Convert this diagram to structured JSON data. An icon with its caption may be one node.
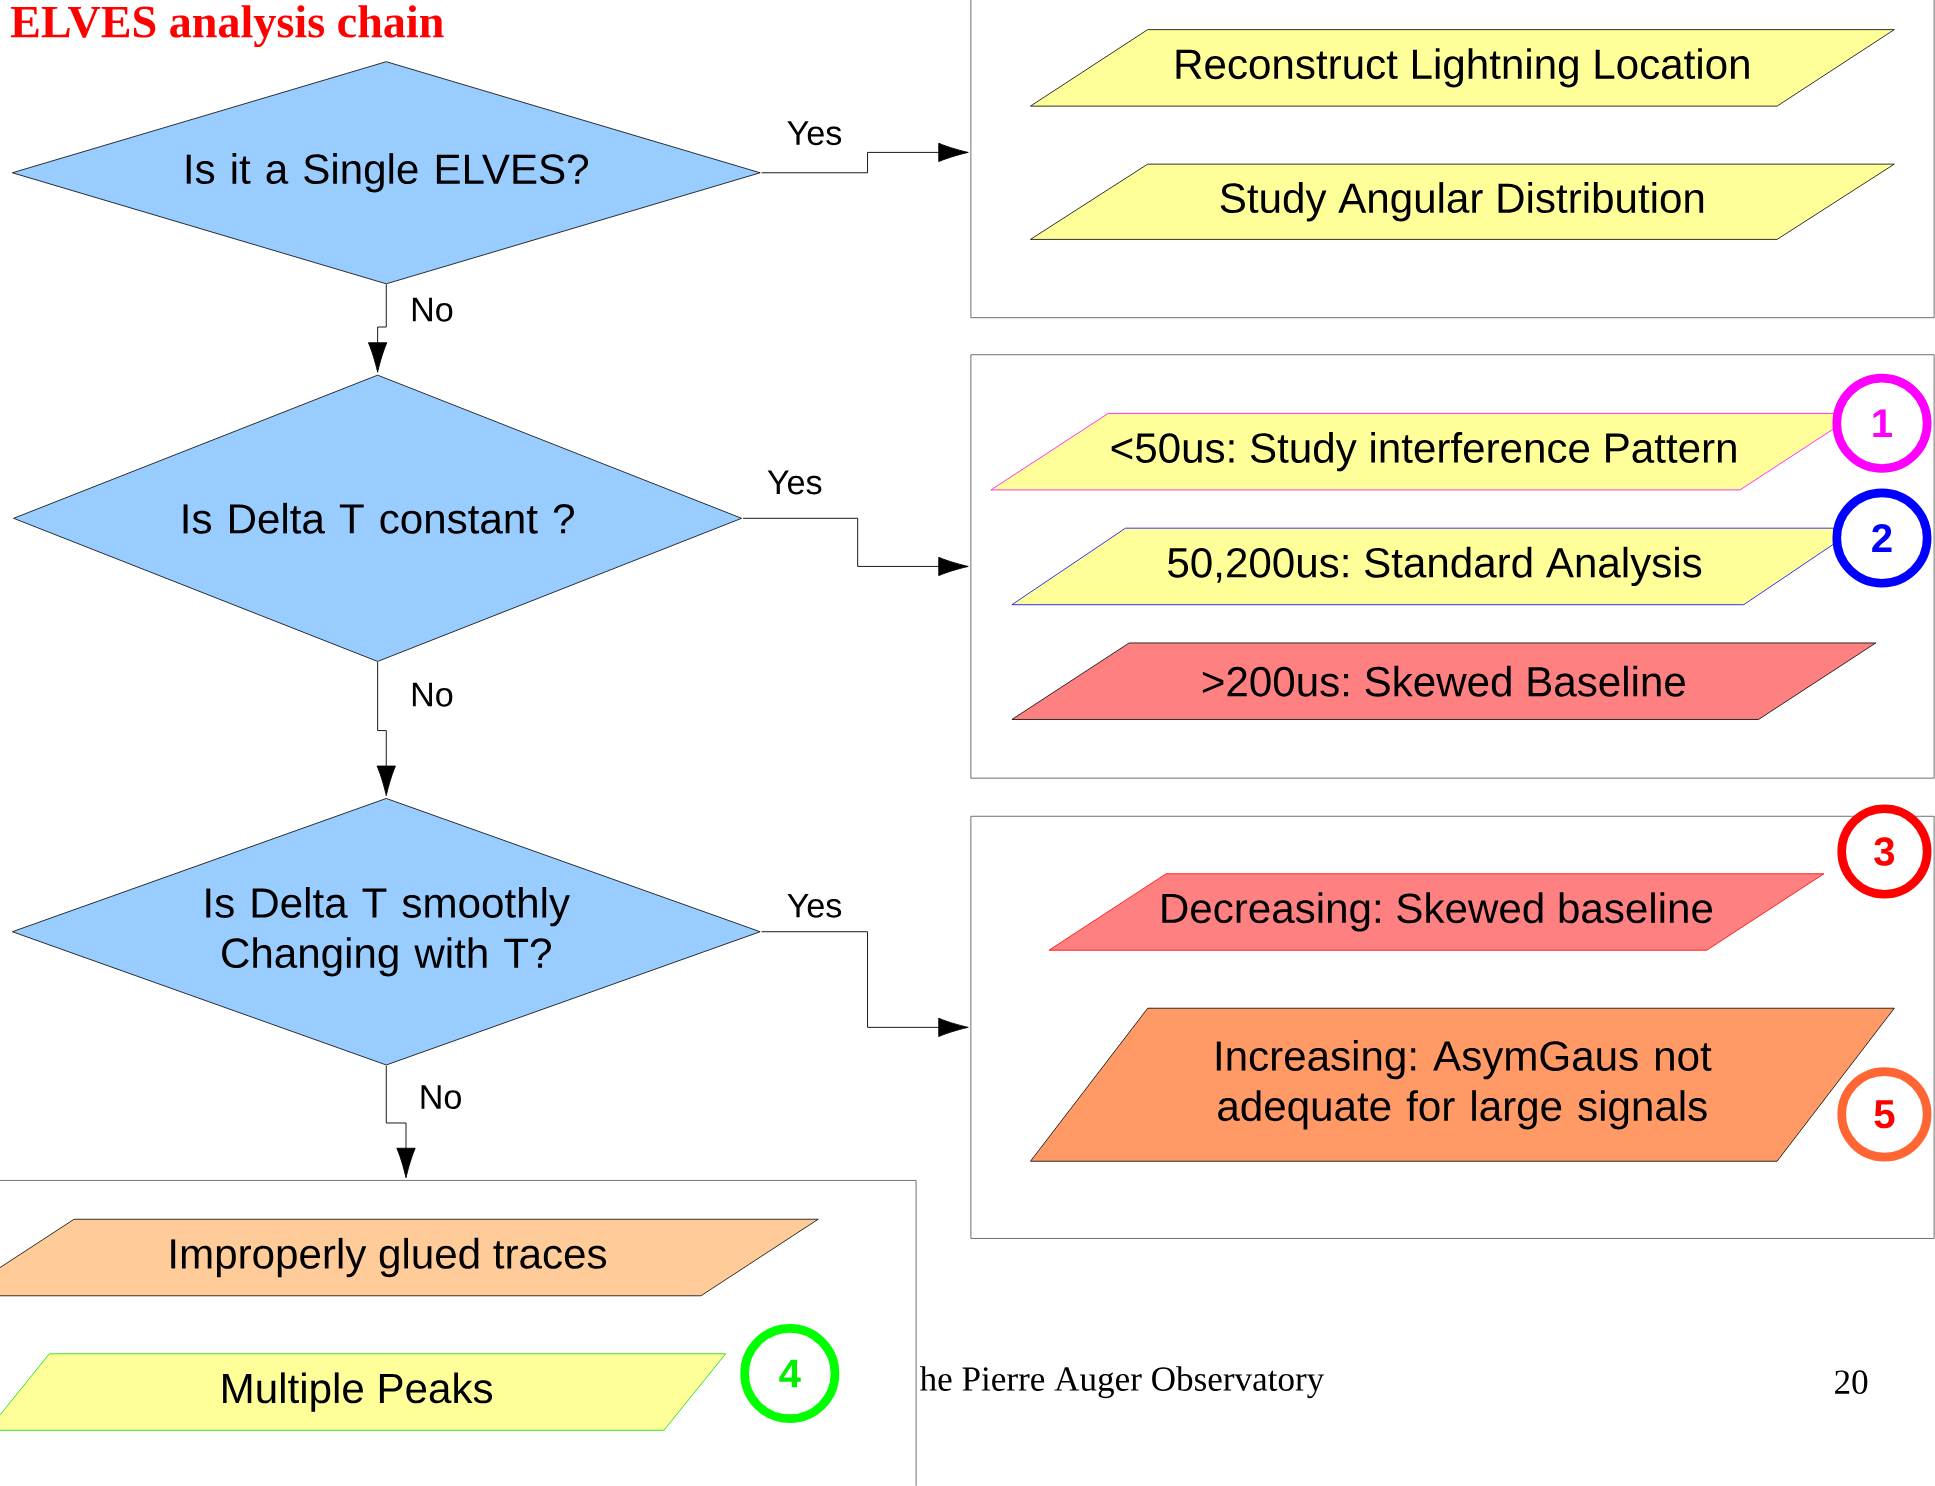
{
  "diagram": {
    "title": "ELVES analysis chain",
    "nodes": [
      {
        "text": [
          "Is it a Single ELVES?"
        ]
      },
      {
        "text": [],
        "shape": "box"
      },
      {
        "text": [
          "Reconstruct Lightning Location"
        ],
        "in": 1
      },
      {
        "text": [
          "Study Angular Distribution"
        ],
        "in": 1
      },
      {
        "text": [
          "Is Delta T constant ?"
        ]
      },
      {
        "text": [],
        "shape": "box"
      },
      {
        "text": [
          "<50us: Study interference Pattern"
        ],
        "in": 5
      },
      {
        "text": [
          "1"
        ],
        "in": 5
      },
      {
        "text": [
          "50,200us: Standard Analysis"
        ],
        "in": 5
      },
      {
        "text": [
          "2"
        ],
        "in": 5
      },
      {
        "text": [
          ">200us: Skewed Baseline"
        ],
        "in": 5
      },
      {
        "text": [
          "Is Delta T smoothly Changing with T?"
        ]
      },
      {
        "text": [],
        "shape": "box"
      },
      {
        "text": [
          "Decreasing: Skewed baseline"
        ],
        "in": 12
      },
      {
        "text": [
          "3"
        ],
        "in": 12
      },
      {
        "text": [
          "Increasing: AsymGaus not adequate for large signals"
        ],
        "in": 12
      },
      {
        "text": [
          "5"
        ],
        "in": 12
      },
      {
        "text": [],
        "shape": "box"
      },
      {
        "text": [
          "Improperly glued traces"
        ],
        "in": 17
      },
      {
        "text": [
          "Multiple Peaks"
        ],
        "in": 17
      },
      {
        "text": [
          "4"
        ],
        "in": 17
      }
    ],
    "edges": [
      {
        "from": 0,
        "to": 1,
        "arrow": "to",
        "label": "Yes"
      },
      {
        "from": 0,
        "to": 4,
        "arrow": "to",
        "label": "No"
      },
      {
        "from": 4,
        "to": 5,
        "arrow": "to",
        "label": "Yes"
      },
      {
        "from": 4,
        "to": 11,
        "arrow": "to",
        "label": "No"
      },
      {
        "from": 11,
        "to": 12,
        "arrow": "to",
        "label": "Yes"
      },
      {
        "from": 11,
        "to": 17,
        "arrow": "to",
        "label": "No"
      }
    ],
    "labels": [
      "he Pierre Auger Observatory",
      "20"
    ]
  }
}
